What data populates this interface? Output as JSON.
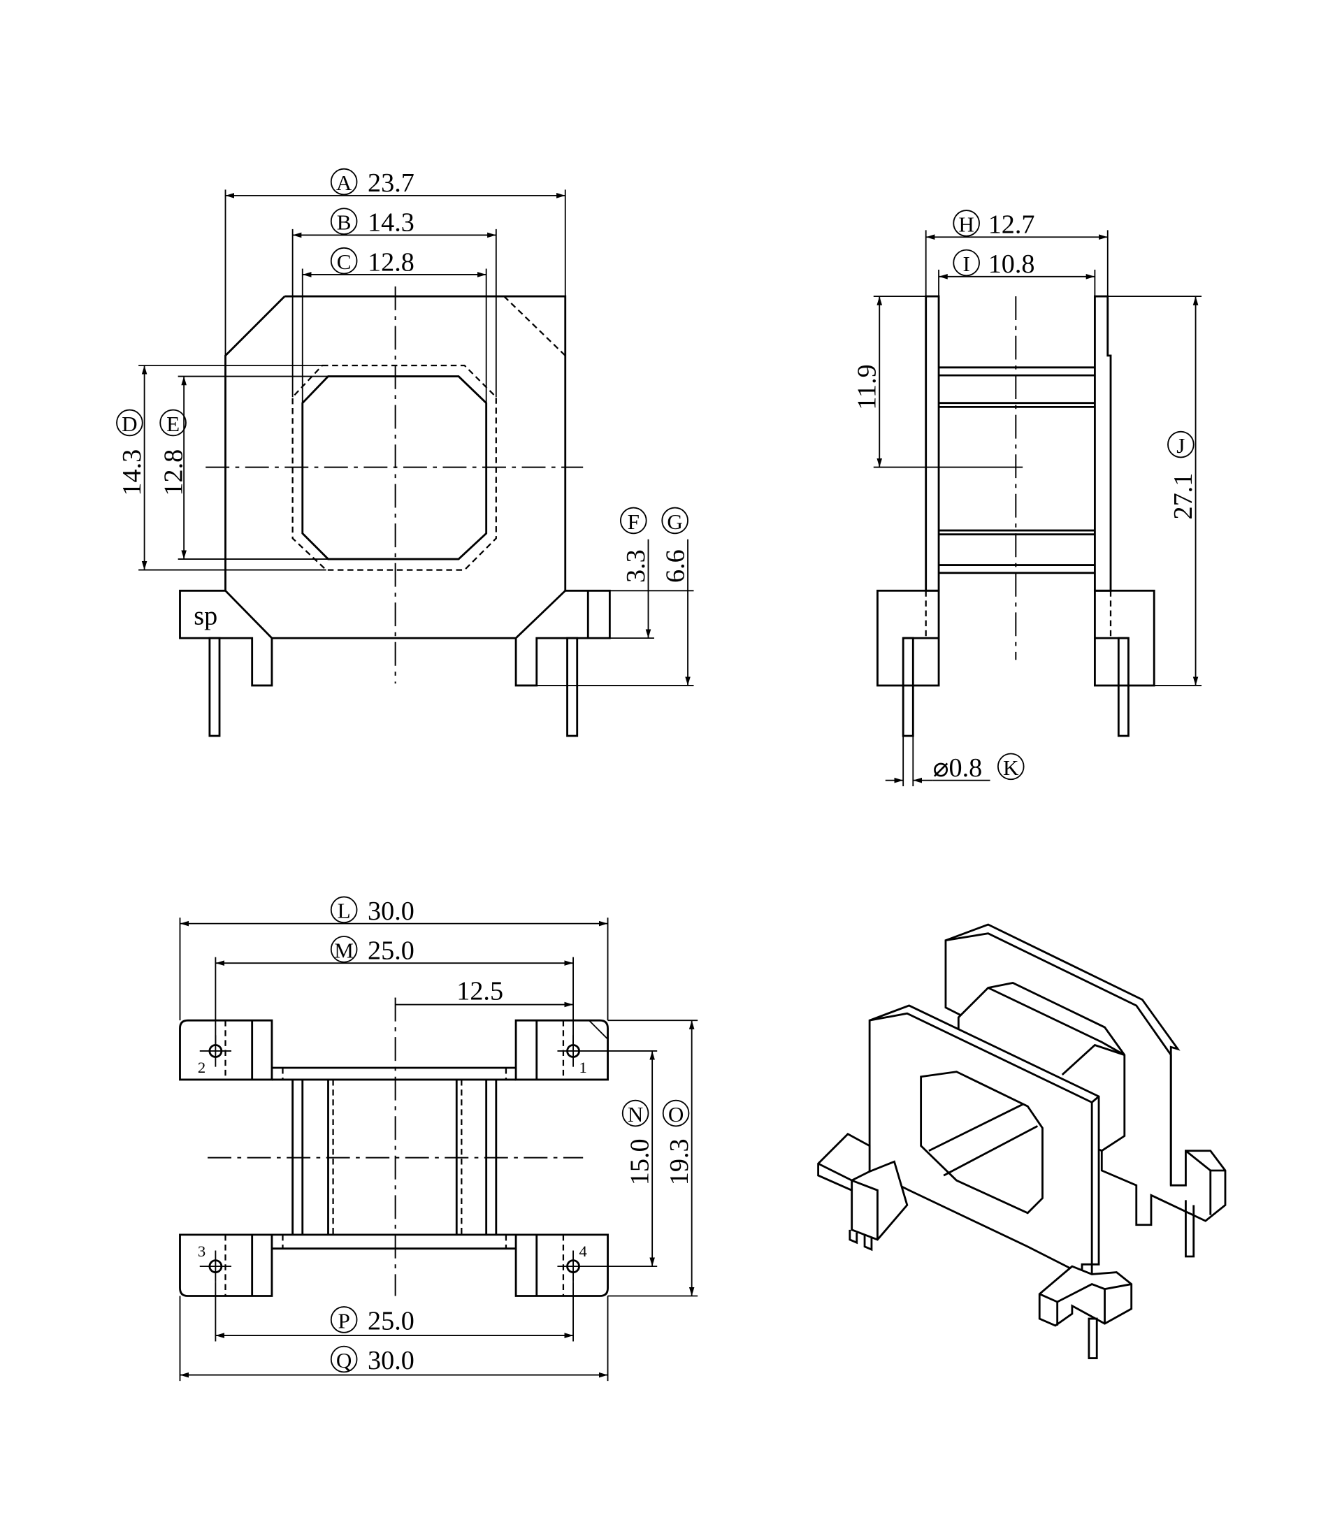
{
  "dims": {
    "A": {
      "letter": "A",
      "value": "23.7"
    },
    "B": {
      "letter": "B",
      "value": "14.3"
    },
    "C": {
      "letter": "C",
      "value": "12.8"
    },
    "D": {
      "letter": "D",
      "value": "14.3"
    },
    "E": {
      "letter": "E",
      "value": "12.8"
    },
    "F": {
      "letter": "F",
      "value": "3.3"
    },
    "G": {
      "letter": "G",
      "value": "6.6"
    },
    "H": {
      "letter": "H",
      "value": "12.7"
    },
    "I": {
      "letter": "I",
      "value": "10.8"
    },
    "J": {
      "letter": "J",
      "value": "27.1"
    },
    "K": {
      "letter": "K",
      "value": "⌀0.8"
    },
    "L": {
      "letter": "L",
      "value": "30.0"
    },
    "M": {
      "letter": "M",
      "value": "25.0"
    },
    "N": {
      "letter": "N",
      "value": "15.0"
    },
    "O": {
      "letter": "O",
      "value": "19.3"
    },
    "P": {
      "letter": "P",
      "value": "25.0"
    },
    "Q": {
      "letter": "Q",
      "value": "30.0"
    }
  },
  "unlabeled_dims": {
    "side_height": "11.9",
    "half_pitch": "12.5"
  },
  "marks": {
    "sp": "sp"
  },
  "pins": [
    "1",
    "2",
    "3",
    "4"
  ]
}
